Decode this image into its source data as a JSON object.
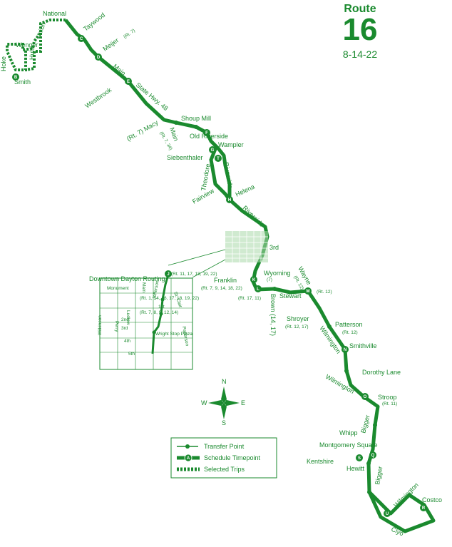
{
  "header": {
    "route_word": "Route",
    "route_number": "16",
    "date": "8-14-22"
  },
  "inset": {
    "title": "Downtown Dayton Routing",
    "streets": [
      "Monument",
      "Wilkinson",
      "Ludlow",
      "Perry",
      "Main",
      "Jefferson",
      "St. Clair",
      "Patterson",
      "1st",
      "2nd",
      "3rd",
      "4th",
      "5th"
    ],
    "notes": [
      "(Rt. 11, 17, 18, 19, 22)",
      "(Rt. 1, 14, 16, 17, 18, 19, 22)",
      "(Rt. 7, 8, 9, 12, 14)",
      "Wright Stop Plaza"
    ],
    "timepoint": "J"
  },
  "streets": {
    "national": "National",
    "union": "Union",
    "hoke": "Hoke",
    "wenger": "Wenger",
    "huls": "Huls",
    "smith": "Smith",
    "taywood": "Taywood",
    "meijer": "Meijer",
    "meijer_rt": "(Rt. 7)",
    "main": "Main",
    "westbrook": "Westbrook",
    "state_hwy": "State Hwy. 48",
    "macy": "(Rt. 7) Macy",
    "main2": "Main",
    "main2_rt": "(Rt. 7, 34)",
    "shoup_mill": "Shoup Mill",
    "old_riverside": "Old Riverside",
    "wampler": "Wampler",
    "siebenthaler": "Siebenthaler",
    "theodore": "Theodore",
    "riverside": "Riverside",
    "fairview": "Fairview",
    "helena": "Helena",
    "riverside2": "Riverside",
    "third": "3rd",
    "franklin": "Franklin",
    "franklin_rt": "(Rt. 7, 9, 14, 18, 22)",
    "wyoming": "Wyoming",
    "wyoming_rt": "(7)",
    "wayne": "Wayne",
    "wayne_rt": "(Rt. 12)",
    "rt12": "(Rt. 12)",
    "rt17_11": "(Rt. 17, 11)",
    "stewart": "Stewart",
    "brown": "Brown (14, 17)",
    "shroyer": "Shroyer",
    "shroyer_rt": "(Rt. 12, 17)",
    "patterson": "Patterson",
    "patterson_rt": "(Rt. 12)",
    "wilmington": "Wilmington",
    "smithville": "Smithville",
    "dorothy_lane": "Dorothy Lane",
    "wilmington2": "Wilmington",
    "stroop": "Stroop",
    "stroop_rt": "(Rt. 11)",
    "whipp": "Whipp",
    "bigger": "Bigger",
    "montgomery_square": "Montgomery Square",
    "kentshire": "Kentshire",
    "hewitt": "Hewitt",
    "bigger2": "Bigger",
    "wilmington3": "Wilmington",
    "costco": "Costco",
    "clyo": "Clyo"
  },
  "timepoints": [
    "B",
    "C",
    "D",
    "E",
    "F",
    "G",
    "T",
    "H",
    "J",
    "K",
    "L",
    "M",
    "N",
    "O",
    "Q",
    "S",
    "R",
    "U"
  ],
  "compass": {
    "n": "N",
    "s": "S",
    "e": "E",
    "w": "W"
  },
  "legend": {
    "transfer": "Transfer Point",
    "timepoint": "Schedule Timepoint",
    "timepoint_letter": "A",
    "selected": "Selected Trips"
  },
  "colors": {
    "route": "#1a8a2e",
    "route_light": "#a9d9a9",
    "bg": "#ffffff"
  }
}
